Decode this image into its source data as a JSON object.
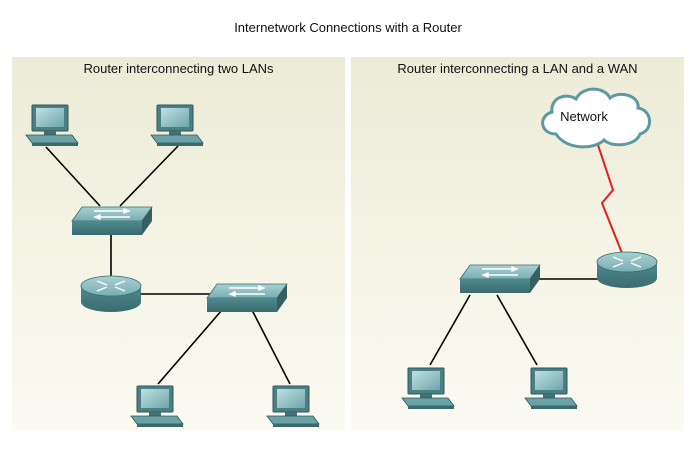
{
  "title": "Internetwork Connections with a Router",
  "left_panel": {
    "title": "Router interconnecting two LANs"
  },
  "right_panel": {
    "title": "Router interconnecting a LAN and a WAN",
    "cloud_label": "Network"
  },
  "colors": {
    "link": "#000000",
    "wan_link": "#e02020",
    "device": "#5e9ea2",
    "panel_bg": "#f1f0e0"
  }
}
